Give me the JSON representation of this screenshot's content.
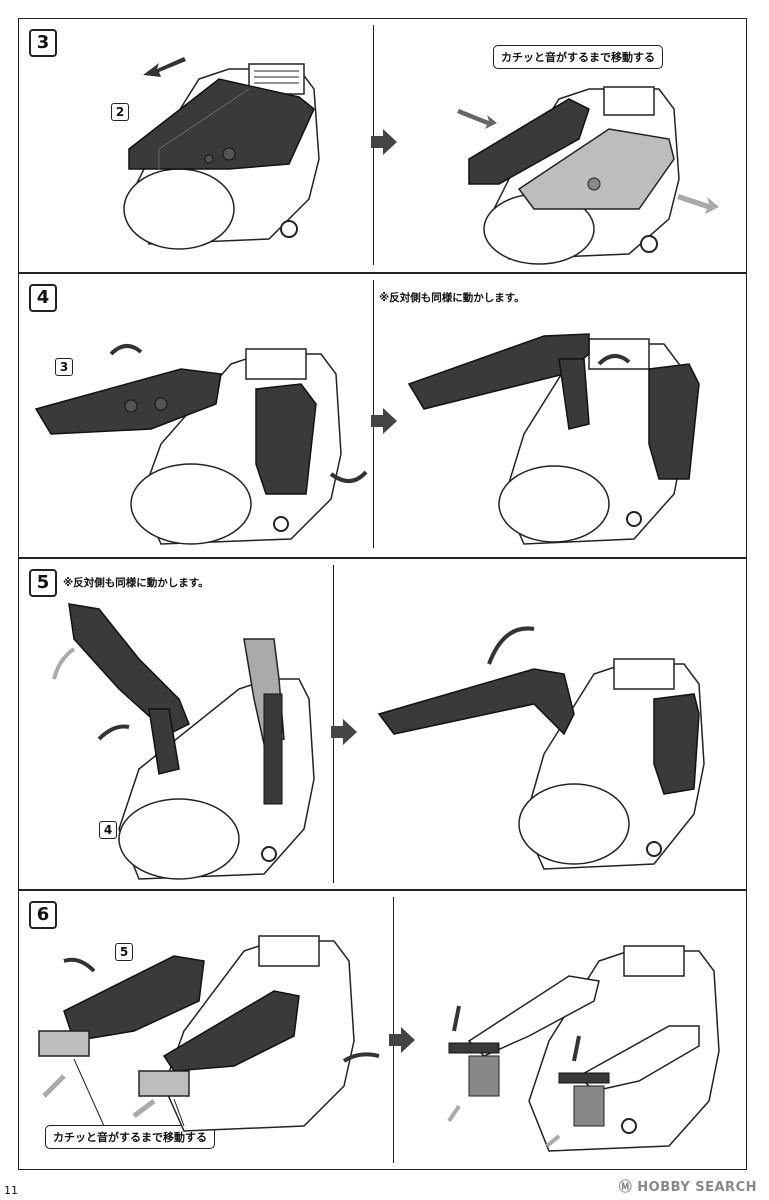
{
  "steps": [
    {
      "number": "3",
      "part_label": "2",
      "callout": "カチッと音がするまで移動する"
    },
    {
      "number": "4",
      "part_label": "3",
      "note": "※反対側も同様に動かします。"
    },
    {
      "number": "5",
      "part_label": "4",
      "note": "※反対側も同様に動かします。"
    },
    {
      "number": "6",
      "part_label": "5",
      "callout": "カチッと音がするまで移動する"
    }
  ],
  "page_number": "11",
  "watermark": "Ⓜ HOBBY SEARCH",
  "colors": {
    "dark_part": "#3a3a3a",
    "light_part": "#bdbdbd",
    "line": "#222222",
    "arrow_dark": "#333333",
    "arrow_light": "#aaaaaa"
  }
}
